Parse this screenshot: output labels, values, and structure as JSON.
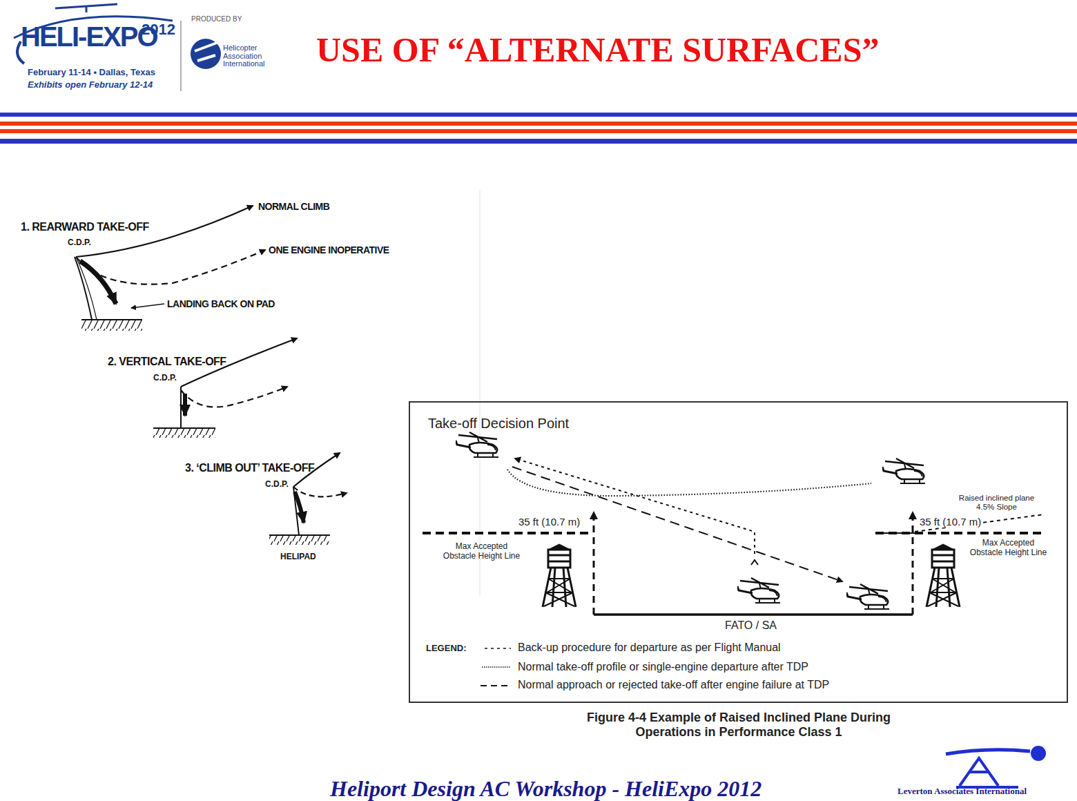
{
  "diagram": {
    "title": "USE OF “ALTERNATE SURFACES”",
    "caption": "Figure 4-4 Example of Raised Inclined Plane During Operations in Performance Class 1",
    "labels": [
      "HELI-EXPO",
      "2012",
      "February 11-14 • Dallas, Texas",
      "Exhibits open February 12-14",
      "PRODUCED BY",
      "Helicopter Association International",
      "NORMAL CLIMB",
      "1. REARWARD TAKE-OFF",
      "C.D.P.",
      "ONE ENGINE INOPERATIVE",
      "LANDING BACK ON PAD",
      "2. VERTICAL TAKE-OFF",
      "C.D.P.",
      "3. ‘CLIMB OUT’ TAKE-OFF",
      "C.D.P.",
      "HELIPAD",
      "Take-off Decision Point",
      "Raised inclined plane 4.5% Slope",
      "35 ft (10.7 m)",
      "35 ft (10.7 m)",
      "Max Accepted Obstacle Height Line",
      "Max Accepted Obstacle Height Line",
      "FATO / SA",
      "LEGEND:",
      "Heliport Design AC Workshop -  HeliExpo 2012",
      "Leverton Associates International"
    ],
    "legend": [
      {
        "text": "Back-up procedure for departure as per Flight Manual"
      },
      {
        "text": "Normal take-off profile or single-engine departure after TDP"
      },
      {
        "text": "Normal approach or rejected take-off after engine failure at TDP"
      }
    ]
  }
}
